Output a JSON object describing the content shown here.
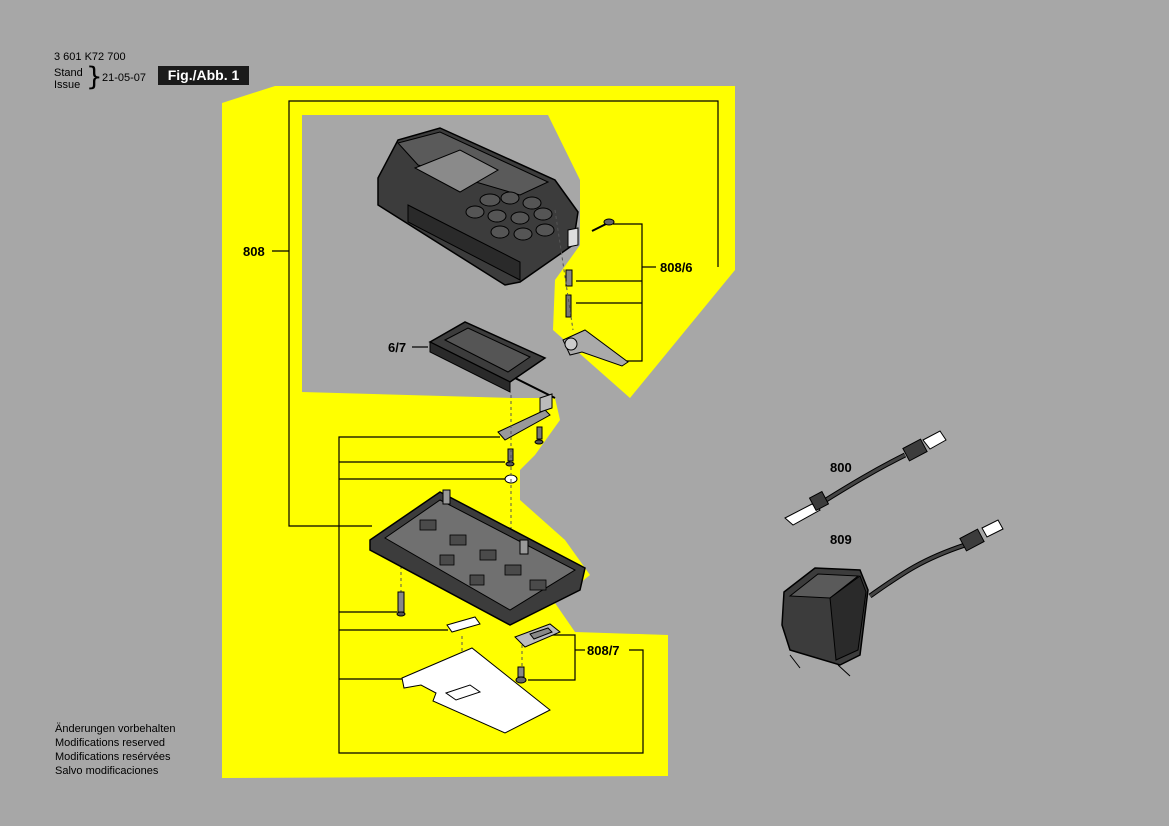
{
  "header": {
    "part_number": "3 601 K72 700",
    "stand_label": "Stand",
    "issue_label": "Issue",
    "issue_date": "21-05-07",
    "figure_label": "Fig./Abb. 1"
  },
  "part_labels": {
    "p808": "808",
    "p808_6": "808/6",
    "p6_7": "6/7",
    "p808_7": "808/7",
    "p800": "800",
    "p809": "809"
  },
  "notes": {
    "de": "Änderungen vorbehalten",
    "en": "Modifications reserved",
    "fr": "Modifications resérvées",
    "es": "Salvo modificaciones"
  },
  "colors": {
    "background": "#a7a7a7",
    "highlight": "#ffff00",
    "part_body": "#3c3c3c",
    "label_box": "#1a1a1a"
  }
}
